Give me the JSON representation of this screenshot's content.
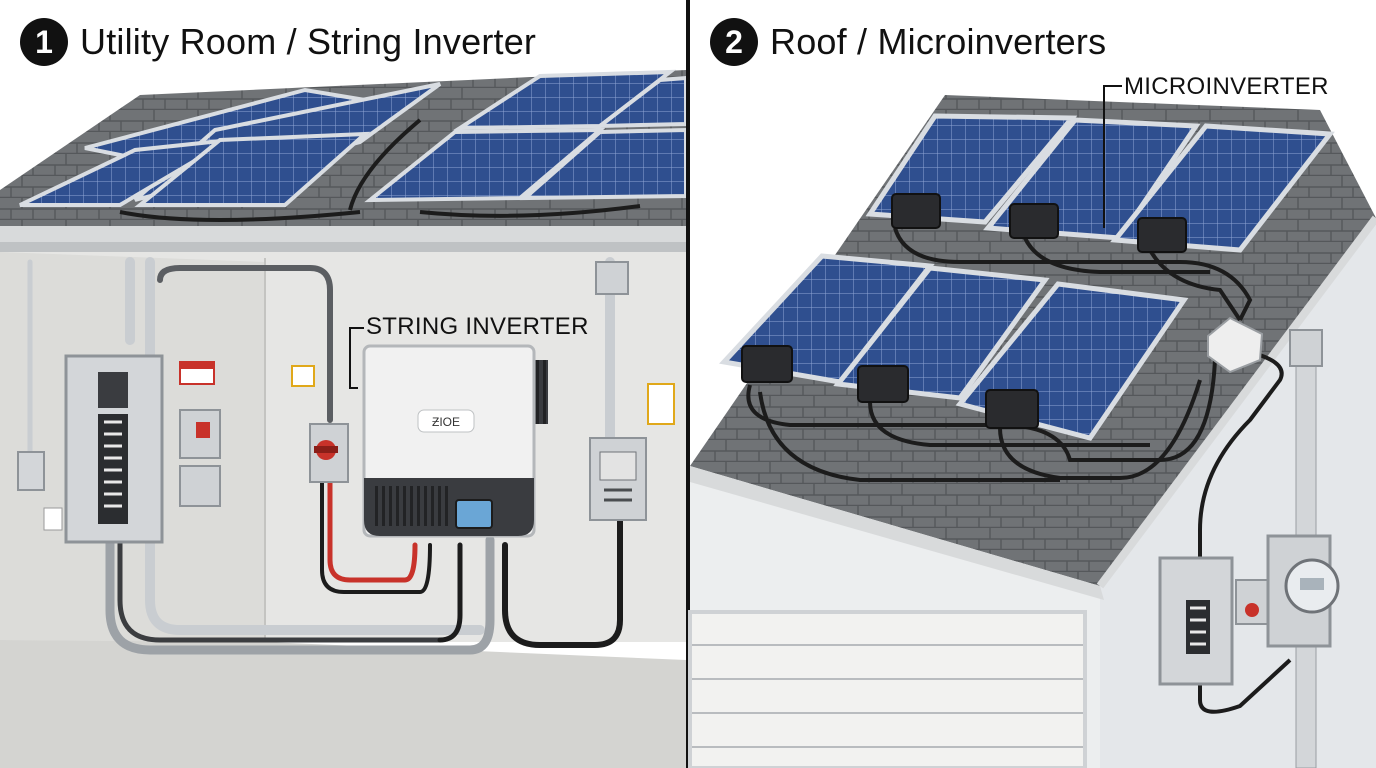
{
  "panels": [
    {
      "number": "1",
      "title": "Utility Room / String Inverter"
    },
    {
      "number": "2",
      "title": "Roof / Microinverters"
    }
  ],
  "callouts": {
    "string_inverter": "STRING INVERTER",
    "microinverter": "MICROINVERTER"
  },
  "inverter_brand": "ƵIOE",
  "colors": {
    "panel_blue": "#2f4f8f",
    "panel_frame": "#d9dde2",
    "roof_shingle": "#707376",
    "wall": "#e6e6e4",
    "conduit": "#c9cdd1",
    "dc_wire_red": "#c8322a",
    "cable_black": "#1c1c1c",
    "inverter_body": "#f1f1f1",
    "divider": "#111111"
  }
}
